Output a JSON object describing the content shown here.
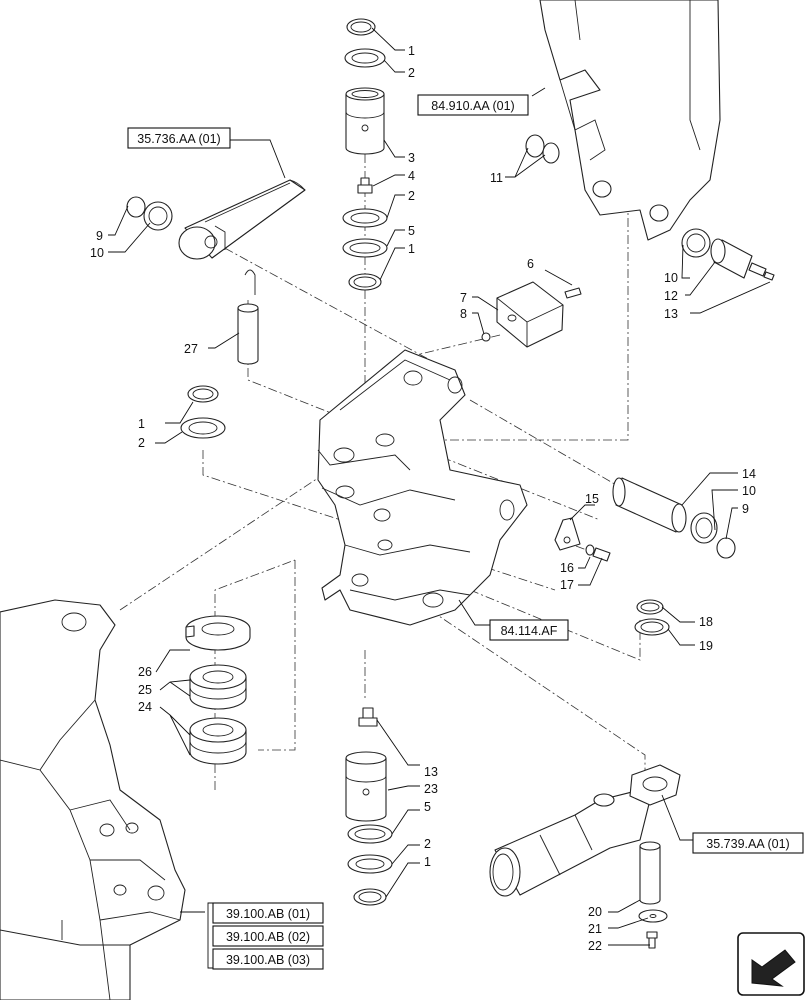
{
  "references": {
    "r1": "35.736.AA (01)",
    "r2": "84.910.AA (01)",
    "r3": "84.114.AF",
    "r4": "35.739.AA (01)",
    "r5": "39.100.AB (01)",
    "r6": "39.100.AB (02)",
    "r7": "39.100.AB (03)"
  },
  "callouts": {
    "c1": "1",
    "c2": "2",
    "c3": "3",
    "c4": "4",
    "c5": "2",
    "c6": "5",
    "c7": "1",
    "c8": "9",
    "c9": "10",
    "c10": "27",
    "c11": "11",
    "c12": "10",
    "c13": "12",
    "c14": "13",
    "c15": "6",
    "c16": "7",
    "c17": "8",
    "c18": "1",
    "c19": "2",
    "c20": "14",
    "c21": "10",
    "c22": "9",
    "c23": "15",
    "c24": "16",
    "c25": "17",
    "c26": "18",
    "c27": "19",
    "c28": "26",
    "c29": "25",
    "c30": "24",
    "c31": "13",
    "c32": "23",
    "c33": "5",
    "c34": "2",
    "c35": "1",
    "c36": "20",
    "c37": "21",
    "c38": "22"
  },
  "icons": {
    "nav": "next-page-arrow-icon"
  }
}
